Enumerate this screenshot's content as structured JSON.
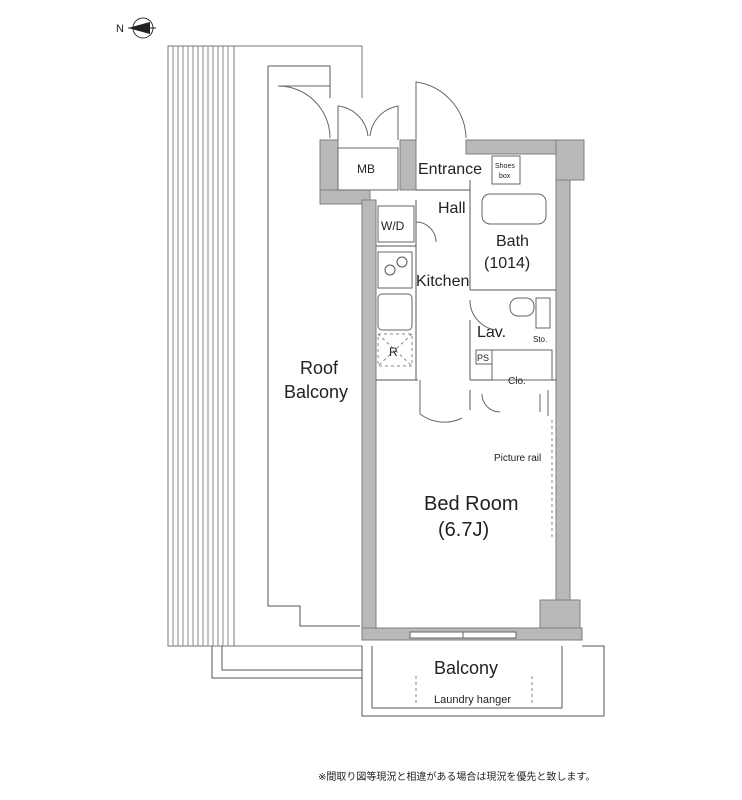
{
  "compass": {
    "north_label": "N"
  },
  "rooms": {
    "mb": "MB",
    "entrance": "Entrance",
    "shoes_box_line1": "Shoes",
    "shoes_box_line2": "box",
    "hall": "Hall",
    "wd": "W/D",
    "bath": "Bath",
    "bath_size": "(1014)",
    "kitchen": "Kitchen",
    "lav": "Lav.",
    "sto": "Sto.",
    "ps": "PS",
    "clo": "Clo.",
    "r": "R",
    "roof_balcony_line1": "Roof",
    "roof_balcony_line2": "Balcony",
    "picture_rail": "Picture rail",
    "bed_room": "Bed Room",
    "bed_room_size": "(6.7J)",
    "balcony": "Balcony",
    "laundry_hanger": "Laundry hanger"
  },
  "note": "※間取り図等現況と相違がある場合は現況を優先と致します。"
}
